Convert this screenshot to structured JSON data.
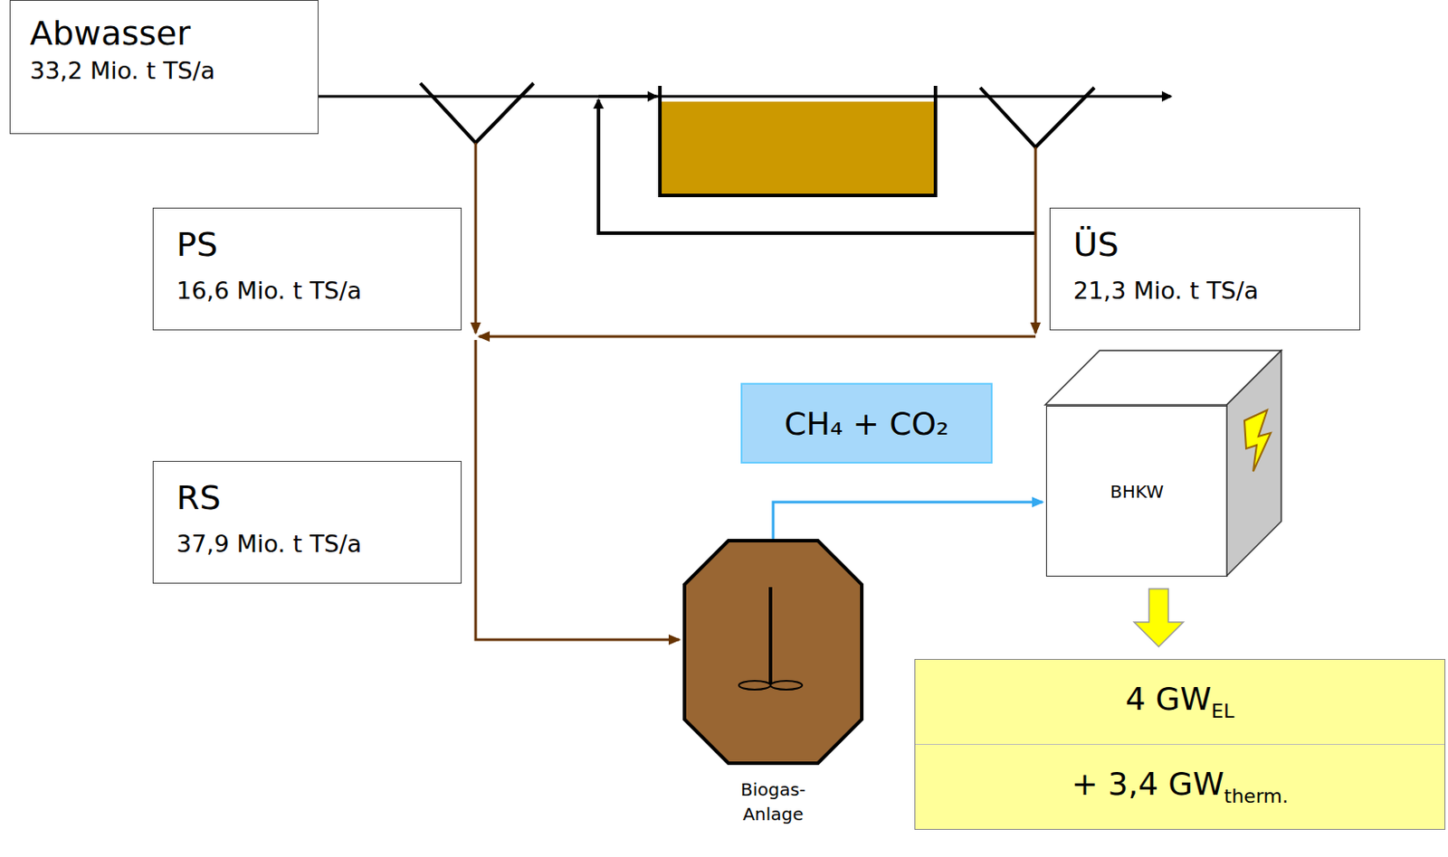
{
  "diagram": {
    "nodes": [
      {
        "text": [
          "Abwasser",
          "33,2 Mio. t TS/a"
        ]
      },
      {
        "text": [
          "PS",
          "16,6 Mio. t TS/a"
        ]
      },
      {
        "text": [
          "ÜS",
          "21,3 Mio. t TS/a"
        ]
      },
      {
        "text": [
          "RS",
          "37,9 Mio. t TS/a"
        ]
      },
      {
        "text": [
          "CH₄ + CO₂"
        ]
      },
      {
        "text": [
          "BHKW"
        ]
      },
      {
        "text": [
          "4 GW",
          "EL",
          "+ 3,4 GW",
          "therm."
        ]
      },
      {
        "text": [
          "Biogas- Anlage"
        ]
      }
    ],
    "edges": [
      {
        "from": 3,
        "to": 7,
        "arrow": "to"
      },
      {
        "from": 7,
        "to": 5,
        "arrow": "to"
      },
      {
        "from": 5,
        "to": 6,
        "arrow": "to"
      }
    ]
  }
}
